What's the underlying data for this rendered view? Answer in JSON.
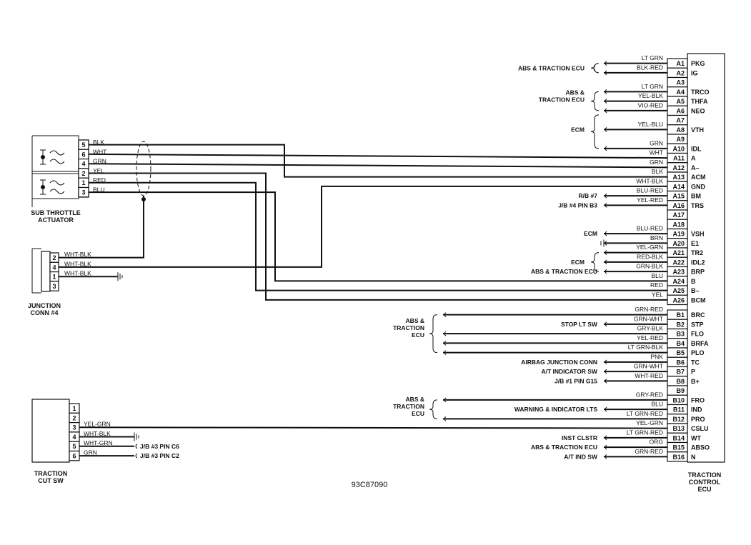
{
  "document_id": "93C87090",
  "ecu": {
    "title_lines": [
      "TRACTION",
      "CONTROL",
      "ECU"
    ],
    "pins": [
      {
        "pin": "A1",
        "func": "PKG",
        "wire": "LT GRN"
      },
      {
        "pin": "A2",
        "func": "IG",
        "wire": "BLK-RED"
      },
      {
        "pin": "A3",
        "func": "",
        "wire": ""
      },
      {
        "pin": "A4",
        "func": "TRCO",
        "wire": "LT GRN"
      },
      {
        "pin": "A5",
        "func": "THFA",
        "wire": "YEL-BLK"
      },
      {
        "pin": "A6",
        "func": "NEO",
        "wire": "VIO-RED"
      },
      {
        "pin": "A7",
        "func": "",
        "wire": ""
      },
      {
        "pin": "A8",
        "func": "VTH",
        "wire": "YEL-BLU"
      },
      {
        "pin": "A9",
        "func": "",
        "wire": ""
      },
      {
        "pin": "A10",
        "func": "IDL",
        "wire": "GRN"
      },
      {
        "pin": "A11",
        "func": "A",
        "wire": "WHT"
      },
      {
        "pin": "A12",
        "func": "A–",
        "wire": "GRN"
      },
      {
        "pin": "A13",
        "func": "ACM",
        "wire": "BLK"
      },
      {
        "pin": "A14",
        "func": "GND",
        "wire": "WHT-BLK"
      },
      {
        "pin": "A15",
        "func": "BM",
        "wire": "BLU-RED"
      },
      {
        "pin": "A16",
        "func": "TRS",
        "wire": "YEL-RED"
      },
      {
        "pin": "A17",
        "func": "",
        "wire": ""
      },
      {
        "pin": "A18",
        "func": "",
        "wire": ""
      },
      {
        "pin": "A19",
        "func": "VSH",
        "wire": "BLU-RED"
      },
      {
        "pin": "A20",
        "func": "E1",
        "wire": "BRN"
      },
      {
        "pin": "A21",
        "func": "TR2",
        "wire": "YEL-GRN"
      },
      {
        "pin": "A22",
        "func": "IDL2",
        "wire": "RED-BLK"
      },
      {
        "pin": "A23",
        "func": "BRP",
        "wire": "GRN-BLK"
      },
      {
        "pin": "A24",
        "func": "B",
        "wire": "BLU"
      },
      {
        "pin": "A25",
        "func": "B–",
        "wire": "RED"
      },
      {
        "pin": "A26",
        "func": "BCM",
        "wire": "YEL"
      },
      {
        "pin": "B1",
        "func": "BRC",
        "wire": "GRN-RED"
      },
      {
        "pin": "B2",
        "func": "STP",
        "wire": "GRN-WHT"
      },
      {
        "pin": "B3",
        "func": "FLO",
        "wire": "GRY-BLK"
      },
      {
        "pin": "B4",
        "func": "BRFA",
        "wire": "YEL-RED"
      },
      {
        "pin": "B5",
        "func": "PLO",
        "wire": "LT GRN-BLK"
      },
      {
        "pin": "B6",
        "func": "TC",
        "wire": "PNK"
      },
      {
        "pin": "B7",
        "func": "P",
        "wire": "GRN-WHT"
      },
      {
        "pin": "B8",
        "func": "B+",
        "wire": "WHT-RED"
      },
      {
        "pin": "B9",
        "func": "",
        "wire": ""
      },
      {
        "pin": "B10",
        "func": "FRO",
        "wire": "GRY-RED"
      },
      {
        "pin": "B11",
        "func": "IND",
        "wire": "BLU"
      },
      {
        "pin": "B12",
        "func": "PRO",
        "wire": "LT GRN-RED"
      },
      {
        "pin": "B13",
        "func": "CSLU",
        "wire": "YEL-GRN"
      },
      {
        "pin": "B14",
        "func": "WT",
        "wire": "LT GRN-RED"
      },
      {
        "pin": "B15",
        "func": "ABSO",
        "wire": "ORG"
      },
      {
        "pin": "B16",
        "func": "N",
        "wire": "GRN-RED"
      }
    ]
  },
  "destinations": {
    "abs_traction_ecu_1": "ABS & TRACTION ECU",
    "abs_traction_ecu_2_lines": [
      "ABS &",
      "TRACTION ECU"
    ],
    "ecm_1": "ECM",
    "rb7": "R/B #7",
    "jb4_b3": "J/B #4 PIN B3",
    "ecm_2": "ECM",
    "ecm_3": "ECM",
    "abs_traction_ecu_3": "ABS & TRACTION ECU",
    "abs_traction_ecu_4_lines": [
      "ABS &",
      "TRACTION",
      "ECU"
    ],
    "stop_lt_sw": "STOP LT SW",
    "airbag_junction": "AIRBAG JUNCTION CONN",
    "at_indicator_sw": "A/T INDICATOR SW",
    "jb1_g15": "J/B #1 PIN G15",
    "abs_traction_ecu_5_lines": [
      "ABS &",
      "TRACTION",
      "ECU"
    ],
    "warning_indicator": "WARNING & INDICATOR LTS",
    "inst_clstr": "INST CLSTR",
    "abs_traction_ecu_6": "ABS & TRACTION ECU",
    "at_ind_sw": "A/T IND SW"
  },
  "sub_throttle": {
    "title_lines": [
      "SUB THROTTLE",
      "ACTUATOR"
    ],
    "pins": [
      {
        "pin": "5",
        "wire": "BLK"
      },
      {
        "pin": "6",
        "wire": "WHT"
      },
      {
        "pin": "4",
        "wire": "GRN"
      },
      {
        "pin": "2",
        "wire": "YEL"
      },
      {
        "pin": "1",
        "wire": "RED"
      },
      {
        "pin": "3",
        "wire": "BLU"
      }
    ]
  },
  "junction_conn": {
    "title_lines": [
      "JUNCTION",
      "CONN #4"
    ],
    "pins": [
      {
        "pin": "2",
        "wire": "WHT-BLK"
      },
      {
        "pin": "4",
        "wire": "WHT-BLK"
      },
      {
        "pin": "1",
        "wire": "WHT-BLK"
      },
      {
        "pin": "3",
        "wire": ""
      }
    ]
  },
  "traction_cut_sw": {
    "title_lines": [
      "TRACTION",
      "CUT SW"
    ],
    "pins": [
      {
        "pin": "1",
        "wire": ""
      },
      {
        "pin": "2",
        "wire": ""
      },
      {
        "pin": "3",
        "wire": "YEL-GRN"
      },
      {
        "pin": "4",
        "wire": "WHT-BLK"
      },
      {
        "pin": "5",
        "wire": "WHT-GRN"
      },
      {
        "pin": "6",
        "wire": "GRN"
      }
    ],
    "dest_5": "J/B #3 PIN C6",
    "dest_6": "J/B #3 PIN C2"
  },
  "colors": {
    "ink": "#111111",
    "paper": "#ffffff"
  }
}
